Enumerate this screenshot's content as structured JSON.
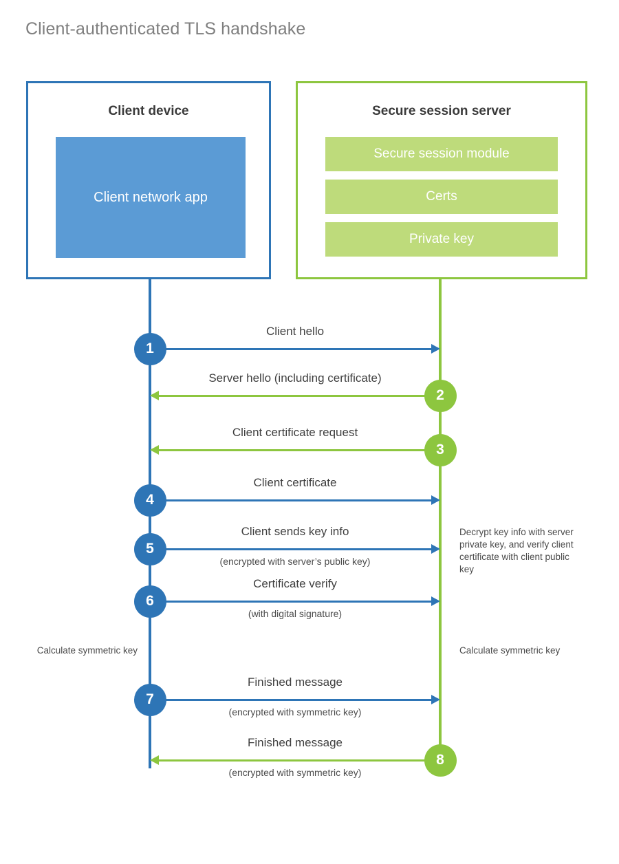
{
  "title": "Client-authenticated TLS handshake",
  "colors": {
    "client_border": "#2E75B6",
    "client_fill": "#5B9BD5",
    "server_border": "#8DC63F",
    "server_fill": "#BEDB7B",
    "client_accent": "#2E75B6",
    "server_accent": "#8DC63F",
    "title_text": "#7f7f7f",
    "body_text": "#3f3f3f",
    "background": "#ffffff"
  },
  "client": {
    "title": "Client device",
    "components": [
      {
        "label": "Client network app"
      }
    ]
  },
  "server": {
    "title": "Secure session server",
    "components": [
      {
        "label": "Secure session module"
      },
      {
        "label": "Certs"
      },
      {
        "label": "Private key"
      }
    ]
  },
  "steps": [
    {
      "number": "1",
      "label": "Client hello",
      "sub": "",
      "direction": "right",
      "side": "client",
      "color": "#2E75B6"
    },
    {
      "number": "2",
      "label": "Server hello (including certificate)",
      "sub": "",
      "direction": "left",
      "side": "server",
      "color": "#8DC63F"
    },
    {
      "number": "3",
      "label": "Client certificate request",
      "sub": "",
      "direction": "left",
      "side": "server",
      "color": "#8DC63F"
    },
    {
      "number": "4",
      "label": "Client certificate",
      "sub": "",
      "direction": "right",
      "side": "client",
      "color": "#2E75B6"
    },
    {
      "number": "5",
      "label": "Client sends key info",
      "sub": "(encrypted with server’s public key)",
      "direction": "right",
      "side": "client",
      "color": "#2E75B6"
    },
    {
      "number": "6",
      "label": "Certificate verify",
      "sub": "(with digital signature)",
      "direction": "right",
      "side": "client",
      "color": "#2E75B6"
    },
    {
      "number": "7",
      "label": "Finished message",
      "sub": "(encrypted with symmetric key)",
      "direction": "right",
      "side": "client",
      "color": "#2E75B6"
    },
    {
      "number": "8",
      "label": "Finished message",
      "sub": "(encrypted with symmetric key)",
      "direction": "left",
      "side": "server",
      "color": "#8DC63F"
    }
  ],
  "annotations": {
    "server_decrypt": "Decrypt key info with server private key, and verify client certificate with client public key",
    "client_calc": "Calculate symmetric key",
    "server_calc": "Calculate symmetric key"
  }
}
